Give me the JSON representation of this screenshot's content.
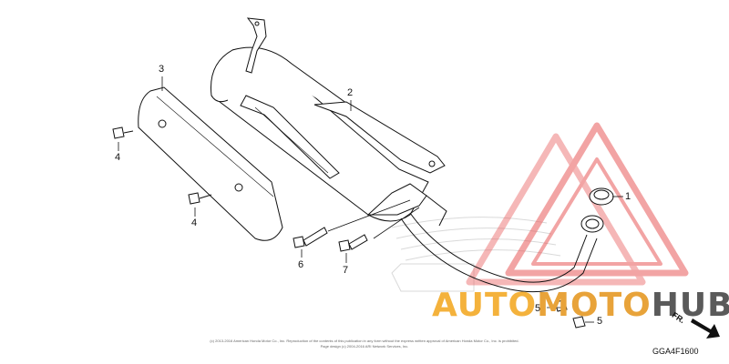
{
  "callouts": [
    {
      "id": "1",
      "label": "1"
    },
    {
      "id": "2",
      "label": "2"
    },
    {
      "id": "3",
      "label": "3"
    },
    {
      "id": "4a",
      "label": "4"
    },
    {
      "id": "4b",
      "label": "4"
    },
    {
      "id": "5a",
      "label": "5"
    },
    {
      "id": "5b",
      "label": "5"
    },
    {
      "id": "6",
      "label": "6"
    },
    {
      "id": "7",
      "label": "7"
    }
  ],
  "watermark": {
    "part1": "AUTO",
    "part2": "MOTO",
    "part3": "HUB",
    "color_primary": "#f4b23c",
    "color_secondary": "#5a5a5a",
    "logo_color": "#e85a5a"
  },
  "front_indicator": "FR.",
  "diagram_code": "GGA4F1600",
  "copyright_line1": "(c) 2013-2016 American Honda Motor Co., Inc. Reproduction of the contents of this publication in any form without the express written approval of American Honda Motor Co., Inc. is prohibited.",
  "copyright_line2": "Page design (c) 2004-2016 ARI Network Services, Inc."
}
